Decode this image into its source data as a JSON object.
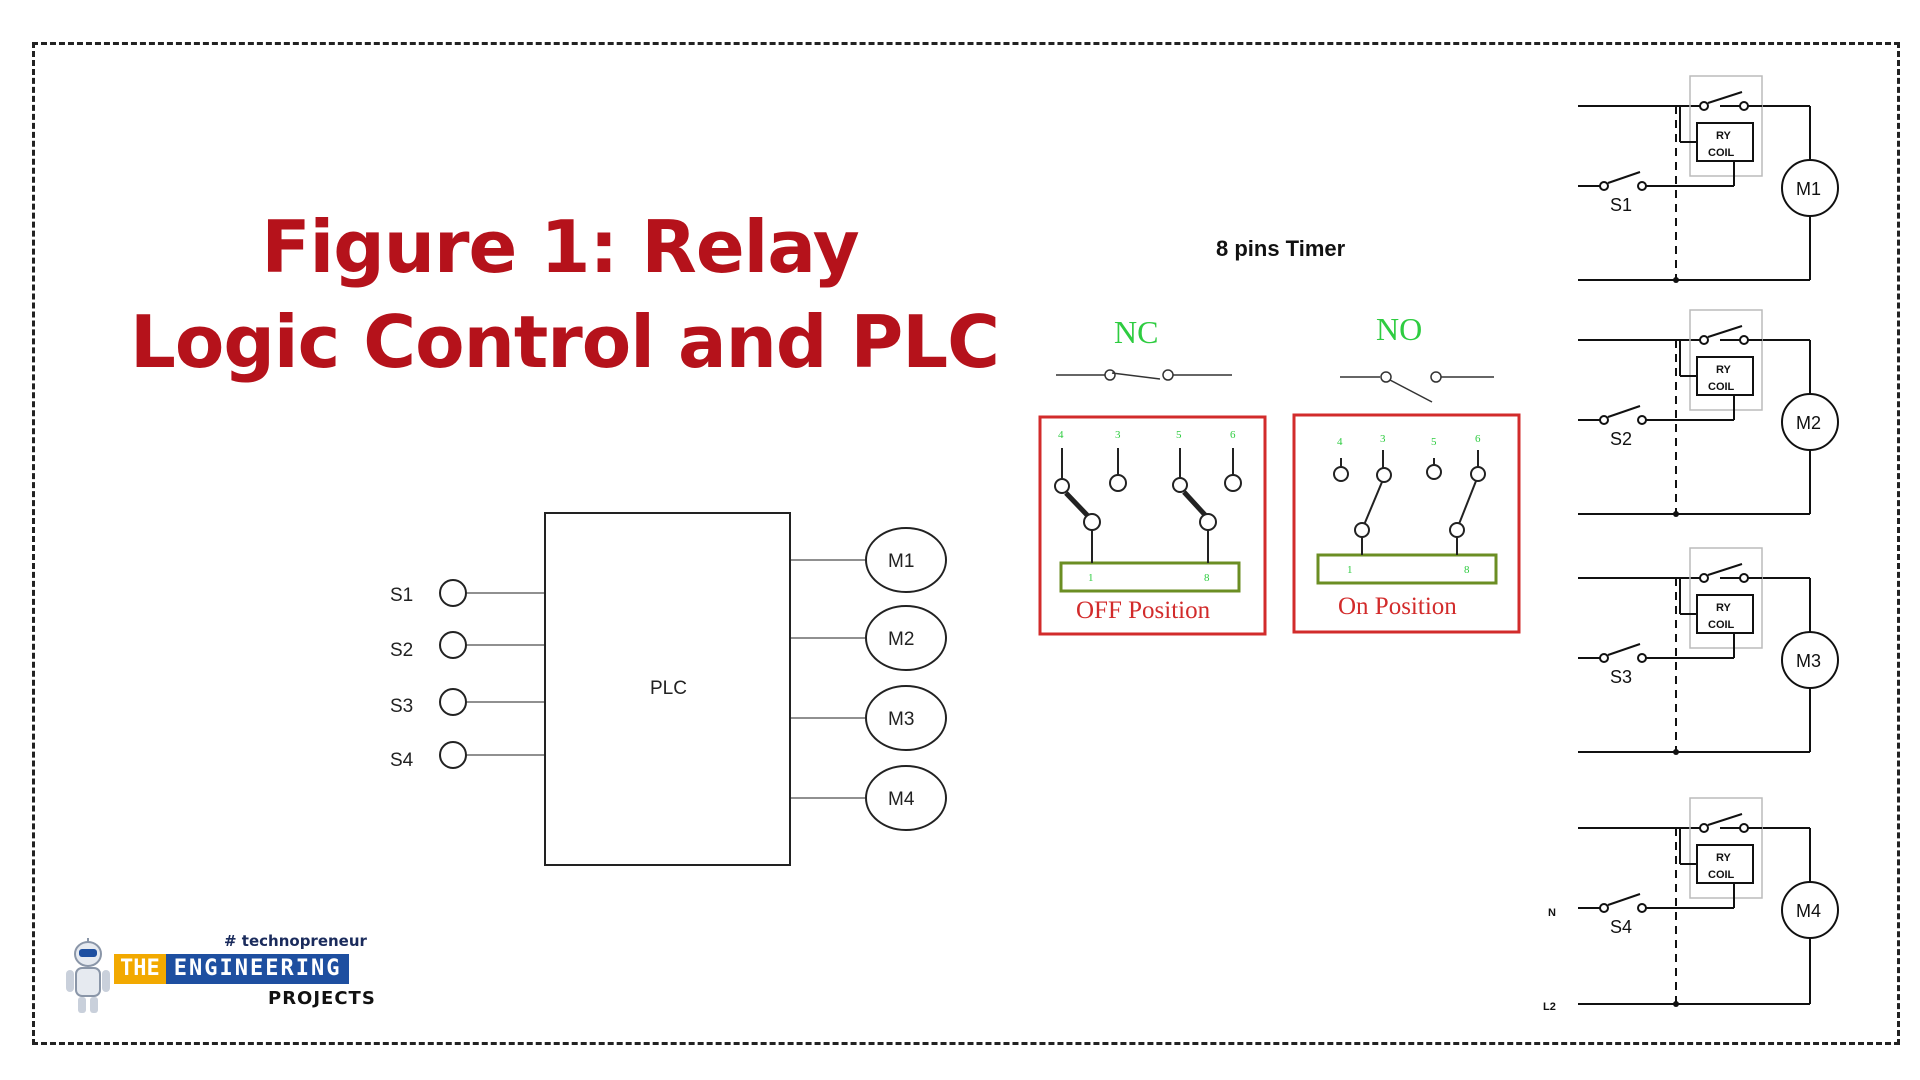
{
  "title": {
    "line1": "Figure 1: Relay",
    "line2": "Logic Control and PLC"
  },
  "plc": {
    "label": "PLC",
    "inputs": [
      "S1",
      "S2",
      "S3",
      "S4"
    ],
    "outputs": [
      "M1",
      "M2",
      "M3",
      "M4"
    ]
  },
  "timer": {
    "heading": "8 pins Timer",
    "nc_label": "NC",
    "no_label": "NO",
    "off_caption": "OFF Position",
    "on_caption": "On Position",
    "pin_labels_top": [
      "4",
      "3",
      "5",
      "6"
    ],
    "pin_labels_bottom": [
      "1",
      "8"
    ]
  },
  "relay": {
    "coil_line1": "RY",
    "coil_line2": "COIL",
    "switches": [
      "S1",
      "S2",
      "S3",
      "S4"
    ],
    "motors": [
      "M1",
      "M2",
      "M3",
      "M4"
    ],
    "neutral": "N",
    "line2": "L2"
  },
  "logo": {
    "tagline": "# technopreneur",
    "word1": "THE",
    "word2": "ENGINEERING",
    "word3": "PROJECTS"
  },
  "colors": {
    "title": "#b5121b",
    "green": "#2ecc40",
    "box": "#d22b2b"
  }
}
